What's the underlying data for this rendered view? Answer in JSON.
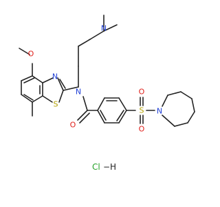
{
  "structure": {
    "labels": {
      "N_dimethyl": "N",
      "N_amide": "N",
      "N_thiazole": "N",
      "S_thiazole": "S",
      "O_methoxy": "O",
      "O_carbonyl": "O",
      "S_sulfonyl": "S",
      "O_sulfonyl_top": "O",
      "O_sulfonyl_bottom": "O",
      "N_azepane": "N"
    },
    "salt": {
      "cl": "Cl",
      "dash": "−",
      "h": "H"
    }
  },
  "colors": {
    "bond": "#222222",
    "carbon": "#222222",
    "nitrogen": "#1f3fd6",
    "oxygen": "#e0201b",
    "sulfur": "#b3a000",
    "chlorine": "#27a22a"
  }
}
